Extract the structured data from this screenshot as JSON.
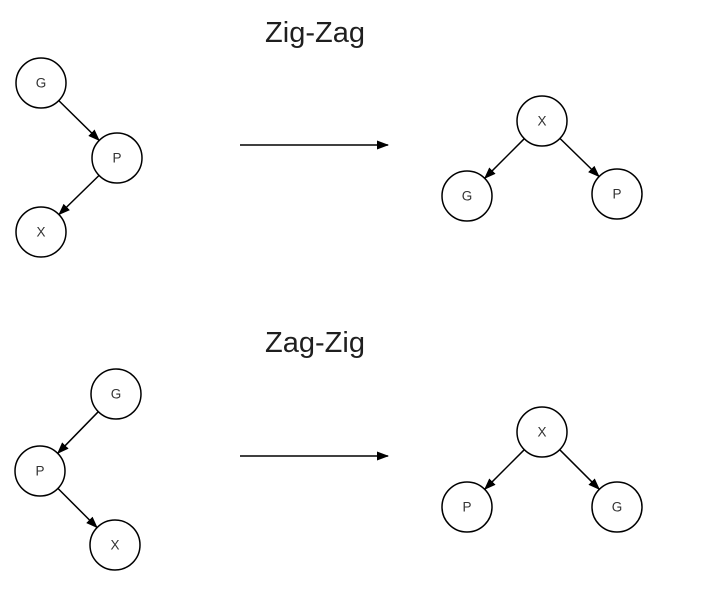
{
  "canvas": {
    "background": "#ffffff"
  },
  "style": {
    "node_fill": "#ffffff",
    "node_stroke": "#000000",
    "node_label_color": "#333333",
    "title_color": "#1f1f1f",
    "edge_color": "#000000"
  },
  "diagrams": [
    {
      "title": "Zig-Zag",
      "before_tree": {
        "nodes": [
          {
            "label": "G"
          },
          {
            "label": "P"
          },
          {
            "label": "X"
          }
        ],
        "edges": [
          "G→P",
          "P→X"
        ]
      },
      "after_tree": {
        "nodes": [
          {
            "label": "X"
          },
          {
            "label": "G"
          },
          {
            "label": "P"
          }
        ],
        "edges": [
          "X→G",
          "X→P"
        ]
      }
    },
    {
      "title": "Zag-Zig",
      "before_tree": {
        "nodes": [
          {
            "label": "G"
          },
          {
            "label": "P"
          },
          {
            "label": "X"
          }
        ],
        "edges": [
          "G→P",
          "P→X"
        ]
      },
      "after_tree": {
        "nodes": [
          {
            "label": "X"
          },
          {
            "label": "P"
          },
          {
            "label": "G"
          }
        ],
        "edges": [
          "X→P",
          "X→G"
        ]
      }
    }
  ]
}
